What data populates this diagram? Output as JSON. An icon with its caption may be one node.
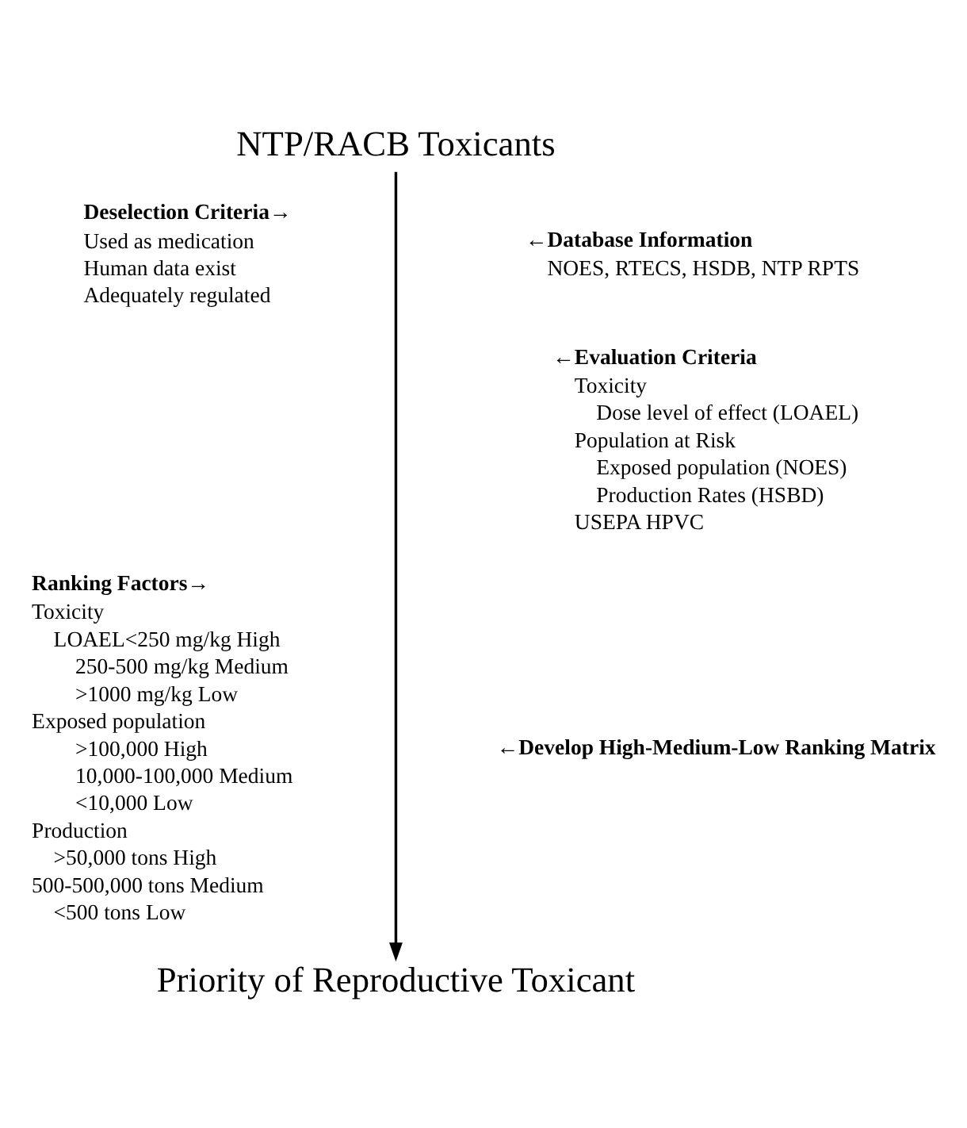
{
  "diagram": {
    "nodes": [
      {
        "text": [
          "NTP/RACB Toxicants"
        ]
      },
      {
        "text": [
          "Priority of Reproductive Toxicant"
        ]
      },
      {
        "text": [
          "←Database Information",
          "NOES, RTECS, HSDB, NTP RPTS"
        ]
      },
      {
        "text": [
          "Deselection Criteria→",
          "Used as medication",
          "Human data exist",
          "Adequately regulated"
        ]
      },
      {
        "text": [
          "←Evaluation Criteria",
          "Toxicity",
          "Dose level of effect (LOAEL)",
          "Population at Risk",
          "Exposed population (NOES)",
          "Production Rates (HSBD)",
          "USEPA HPVC"
        ]
      },
      {
        "text": [
          "Ranking Factors→",
          "Toxicity",
          "LOAEL<250 mg/kg High",
          "250-500 mg/kg Medium",
          ">1000 mg/kg Low",
          "Exposed population",
          ">100,000 High",
          "10,000-100,000 Medium",
          "<10,000 Low",
          "Production",
          ">50,000 tons High",
          "500-500,000 tons Medium",
          "<500 tons Low"
        ]
      },
      {
        "text": [
          "←Develop High-Medium-Low Ranking Matrix"
        ]
      }
    ],
    "edges": [
      {
        "from": 0,
        "to": 1,
        "arrow": "to"
      }
    ]
  }
}
